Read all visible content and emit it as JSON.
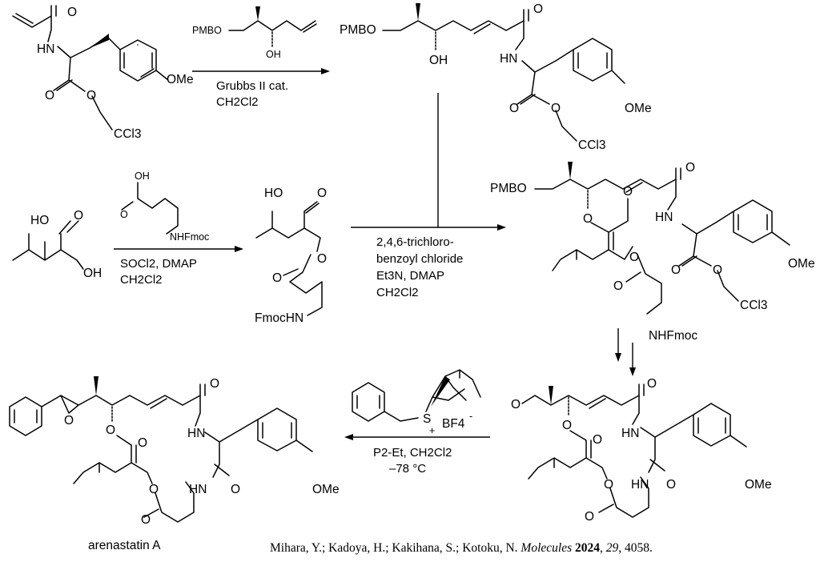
{
  "labels": {
    "s1_nh": "HN",
    "s1_o_top": "O",
    "s1_o_ester_co": "O",
    "s1_o_ester": "O",
    "s1_ccl3": "CCl3",
    "s1_ome": "OMe",
    "r1_pmbo": "PMBO",
    "r1_oh": "OH",
    "p1_pmbo": "PMBO",
    "p1_oh": "OH",
    "p1_o_amide": "O",
    "p1_hn": "HN",
    "p1_o_co": "O",
    "p1_o_ester": "O",
    "p1_ome": "OMe",
    "p1_ccl3": "CCl3",
    "s2_ho": "HO",
    "s2_o": "O",
    "s2_oh": "OH",
    "r2_oh": "OH",
    "r2_o": "O",
    "r2_nhfmoc": "NHFmoc",
    "p2_ho": "HO",
    "p2_o_top": "O",
    "p2_o_ester": "O",
    "p2_o_co": "O",
    "p2_fmochn": "FmocHN",
    "p3_pmbo": "PMBO",
    "p3_o_amide": "O",
    "p3_o_link": "O",
    "p3_o_co1": "O",
    "p3_o_ester2": "O",
    "p3_o_co2": "O",
    "p3_hn": "HN",
    "p3_o_co3": "O",
    "p3_o_ester3": "O",
    "p3_ome": "OMe",
    "p3_ccl3": "CCl3",
    "p3_nhfmoc": "NHFmoc",
    "m_o_ald": "O",
    "m_o_link": "O",
    "m_o_co1": "O",
    "m_hn1": "HN",
    "m_o_amide": "O",
    "m_o_ester2": "O",
    "m_hn2": "HN",
    "m_o_co2": "O",
    "m_o_co3": "O",
    "m_ome": "OMe",
    "reag_s": "S",
    "reag_plus": "+",
    "reag_bf4": "BF4",
    "reag_minus": "-",
    "ar_o_epox": "O",
    "ar_o_link": "O",
    "ar_o_co1": "O",
    "ar_hn1": "HN",
    "ar_o_amide": "O",
    "ar_hn2": "HN",
    "ar_o_co2": "O",
    "ar_o_ester2": "O",
    "ar_o_co3": "O",
    "ar_ome": "OMe"
  },
  "conditions": {
    "step1_line1": "Grubbs II cat.",
    "step1_line2": "CH2Cl2",
    "step2_line1": "SOCl2, DMAP",
    "step2_line2": "CH2Cl2",
    "step3_line1": "2,4,6-trichloro-",
    "step3_line2": "benzoyl chloride",
    "step3_line3": "Et3N, DMAP",
    "step3_line4": "CH2Cl2",
    "step4_line1": "P2-Et, CH2Cl2",
    "step4_line2": "–78 °C"
  },
  "product_name": "arenastatin A",
  "citation": {
    "authors": "Mihara, Y.; Kadoya, H.; Kakihana, S.; Kotoku, N.",
    "journal": "Molecules",
    "year": "2024",
    "volume": "29",
    "pages": "4058"
  }
}
